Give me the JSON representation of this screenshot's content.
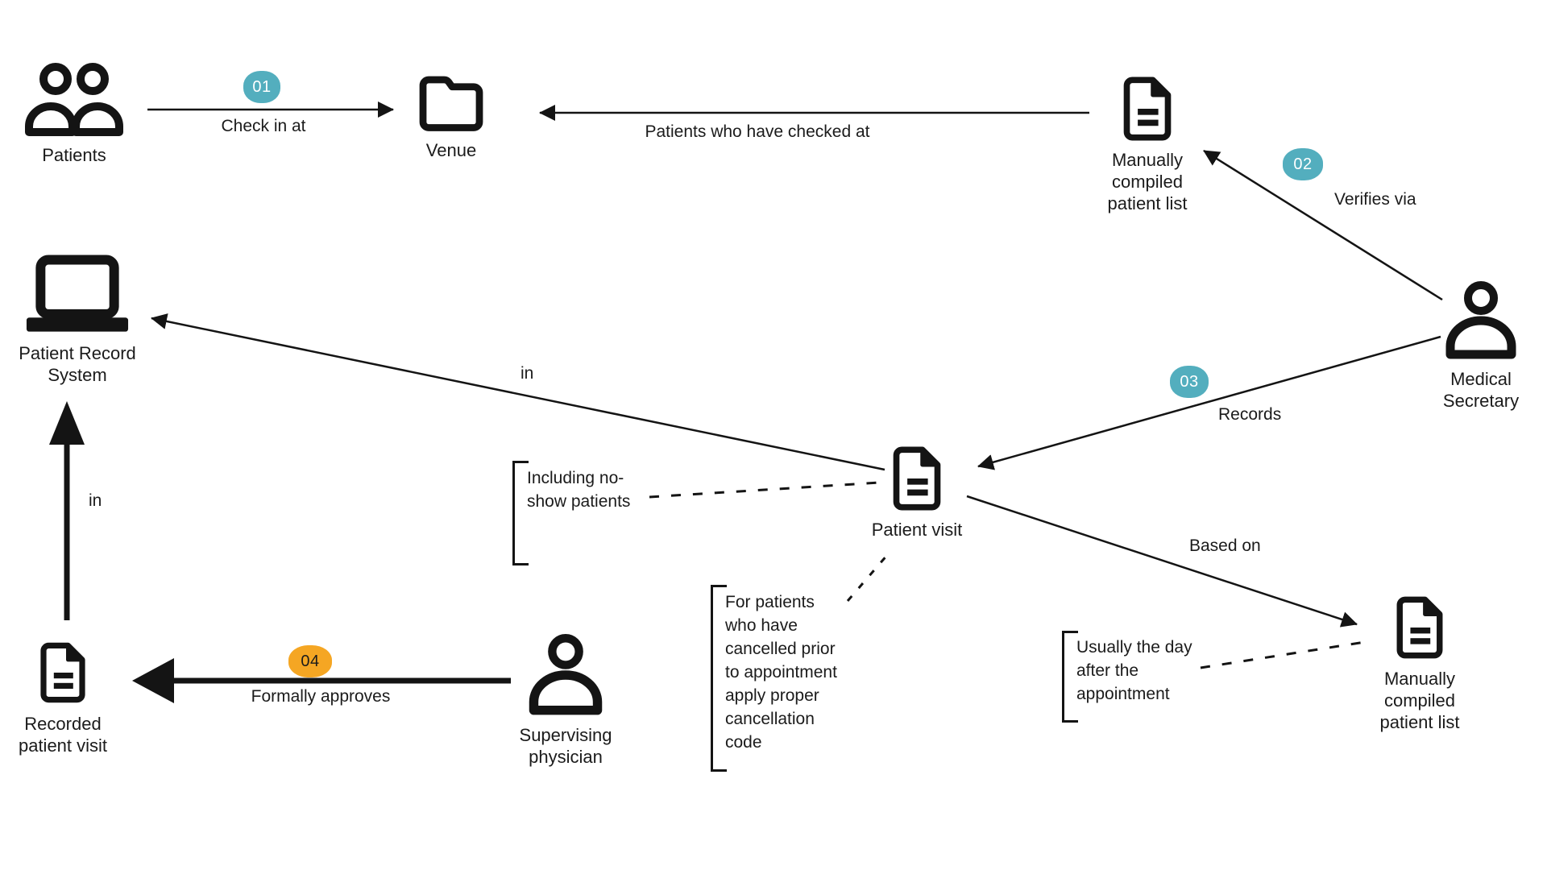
{
  "diagram": {
    "colors": {
      "badge_teal": "#53AEBE",
      "badge_orange": "#F5A623",
      "ink": "#1B1B1B"
    },
    "nodes": {
      "patients": {
        "label": "Patients",
        "icon": "people-icon"
      },
      "venue": {
        "label": "Venue",
        "icon": "folder-icon"
      },
      "patient_list_top": {
        "label": "Manually\ncompiled\npatient list",
        "icon": "document-icon"
      },
      "medical_secretary": {
        "label": "Medical\nSecretary",
        "icon": "person-icon"
      },
      "patient_record_system": {
        "label": "Patient Record\nSystem",
        "icon": "laptop-icon"
      },
      "patient_visit": {
        "label": "Patient visit",
        "icon": "document-icon"
      },
      "recorded_patient_visit": {
        "label": "Recorded\npatient visit",
        "icon": "document-icon"
      },
      "supervising_physician": {
        "label": "Supervising\nphysician",
        "icon": "person-icon"
      },
      "patient_list_bottom": {
        "label": "Manually\ncompiled\npatient list",
        "icon": "document-icon"
      }
    },
    "edges": {
      "check_in": {
        "badge": "01",
        "label": "Check in at"
      },
      "checked_at": {
        "label": "Patients who have checked at"
      },
      "verifies": {
        "badge": "02",
        "label": "Verifies via"
      },
      "records": {
        "badge": "03",
        "label": "Records"
      },
      "visit_in_system": {
        "label": "in"
      },
      "recorded_in_system": {
        "label": "in"
      },
      "approves": {
        "badge": "04",
        "label": "Formally approves"
      },
      "based_on": {
        "label": "Based on"
      }
    },
    "annotations": {
      "no_show": {
        "text": "Including no-\nshow patients"
      },
      "cancellation": {
        "text": "For patients\nwho have\ncancelled prior\nto appointment\napply proper\ncancellation\ncode"
      },
      "day_after": {
        "text": "Usually the day\nafter the\nappointment"
      }
    }
  }
}
